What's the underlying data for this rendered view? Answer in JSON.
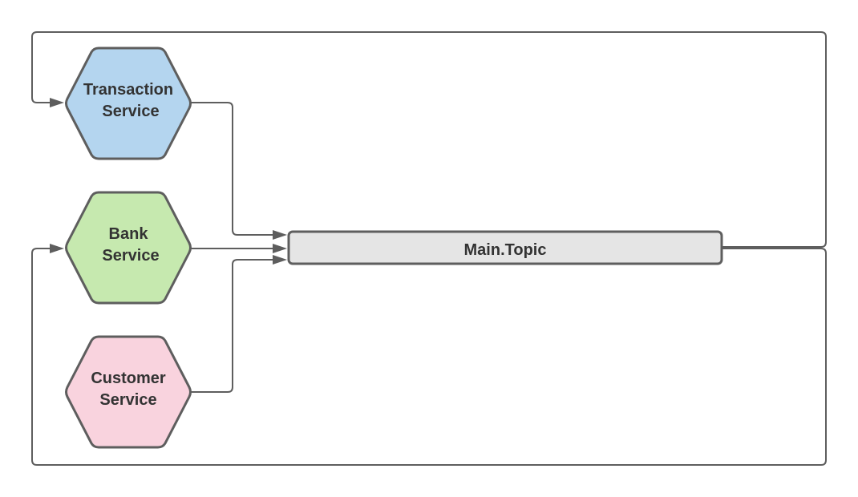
{
  "nodes": {
    "transaction_service": {
      "line1": "Transaction",
      "line2": "Service",
      "fill": "#b4d5ef"
    },
    "bank_service": {
      "line1": "Bank",
      "line2": "Service",
      "fill": "#c6e9af"
    },
    "customer_service": {
      "line1": "Customer",
      "line2": "Service",
      "fill": "#f9d3de"
    }
  },
  "topic": {
    "label": "Main.Topic",
    "fill": "#e5e5e5"
  },
  "colors": {
    "stroke": "#5e5e5e",
    "text": "#333333"
  }
}
